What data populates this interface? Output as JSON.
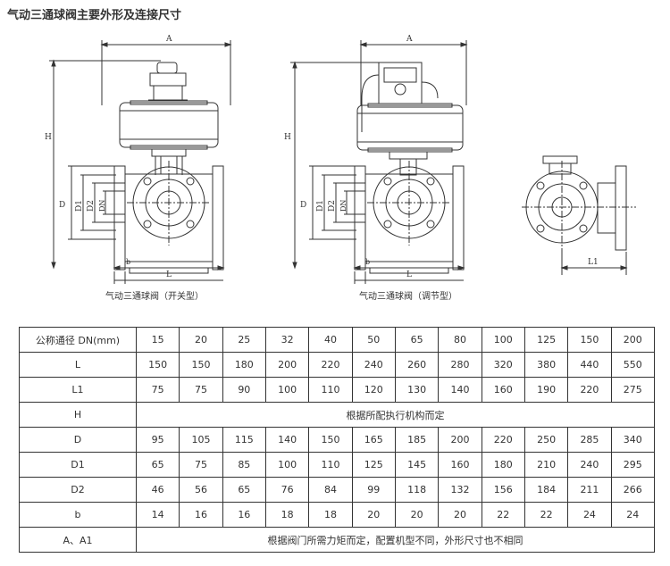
{
  "title": "气动三通球阀主要外形及连接尺寸",
  "drawings": {
    "left_caption": "气动三通球阀（开关型）",
    "middle_caption": "气动三通球阀（调节型）",
    "dim_labels": {
      "A": "A",
      "H": "H",
      "D": "D",
      "D1": "D1",
      "D2": "D2",
      "DN": "DN",
      "b": "b",
      "L": "L",
      "L1": "L1"
    }
  },
  "table": {
    "header_label": "公称通径 DN(mm)",
    "dn": [
      "15",
      "20",
      "25",
      "32",
      "40",
      "50",
      "65",
      "80",
      "100",
      "125",
      "150",
      "200"
    ],
    "rows": [
      {
        "label": "L",
        "values": [
          "150",
          "150",
          "180",
          "200",
          "220",
          "240",
          "260",
          "280",
          "320",
          "380",
          "440",
          "550"
        ]
      },
      {
        "label": "L1",
        "values": [
          "75",
          "75",
          "90",
          "100",
          "110",
          "120",
          "130",
          "140",
          "160",
          "190",
          "220",
          "275"
        ]
      },
      {
        "label": "H",
        "note": "根据所配执行机构而定"
      },
      {
        "label": "D",
        "values": [
          "95",
          "105",
          "115",
          "140",
          "150",
          "165",
          "185",
          "200",
          "220",
          "250",
          "285",
          "340"
        ]
      },
      {
        "label": "D1",
        "values": [
          "65",
          "75",
          "85",
          "100",
          "110",
          "125",
          "145",
          "160",
          "180",
          "210",
          "240",
          "295"
        ]
      },
      {
        "label": "D2",
        "values": [
          "46",
          "56",
          "65",
          "76",
          "84",
          "99",
          "118",
          "132",
          "156",
          "184",
          "211",
          "266"
        ]
      },
      {
        "label": "b",
        "values": [
          "14",
          "16",
          "16",
          "18",
          "18",
          "20",
          "20",
          "20",
          "22",
          "22",
          "24",
          "24"
        ]
      },
      {
        "label": "A、A1",
        "note": "根据阀门所需力矩而定，配置机型不同，外形尺寸也不相同"
      }
    ]
  }
}
